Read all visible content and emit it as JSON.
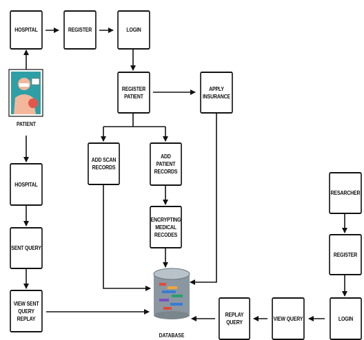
{
  "nodes": {
    "hospital_top": "HOSPITAL",
    "register_top": "REGISTER",
    "login_top": "LOGIN",
    "register_patient": "REGISTER\nPATIENT",
    "apply_insurance": "APPLY\nINSURANCE",
    "add_scan_records": "ADD SCAN\nRECORDS",
    "add_patient_records": "ADD PATIENT\nRECORDS",
    "encrypting_medical_recodes": "ENCRYPTING\nMEDICAL\nRECODES",
    "hospital_left": "HOSPITAL",
    "sent_query": "SENT QUERY",
    "view_sent_query_replay": "VIEW SENT\nQUERY\nREPLAY",
    "resarcher": "RESARCHER",
    "register_right": "REGISTER",
    "login_right": "LOGIN",
    "view_query": "VIEW QUERY",
    "replay_query": "REPLAY\nQUERY"
  },
  "patient_label": "PATIENT",
  "database_label": "DATABASE",
  "colors": {
    "stroke": "#111111",
    "patient_bg": "#2f9fa6",
    "patient_skin": "#f3b79c",
    "patient_badge": "#e2574c",
    "db_body": "#8a97a0",
    "db_stripes": [
      "#e04a3a",
      "#f2a53a",
      "#3a7bd5",
      "#2a9d6f",
      "#7b4fc4"
    ]
  }
}
